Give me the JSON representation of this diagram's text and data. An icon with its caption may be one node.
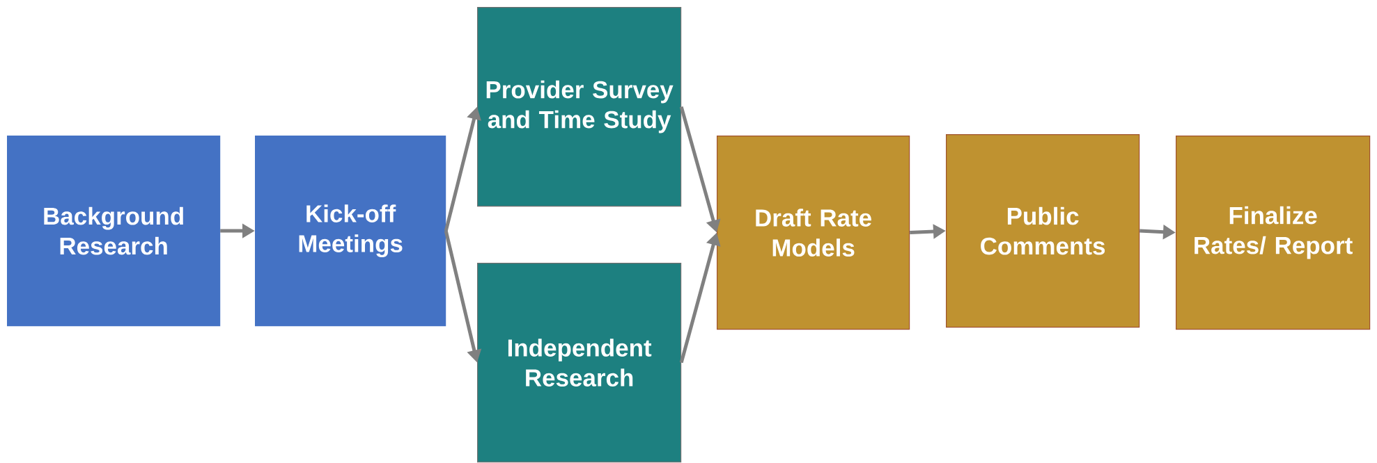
{
  "diagram": {
    "nodes": [
      {
        "text": [
          "Background Research"
        ]
      },
      {
        "text": [
          "Kick-off Meetings"
        ]
      },
      {
        "text": [
          "Provider Survey and Time Study"
        ]
      },
      {
        "text": [
          "Independent Research"
        ]
      },
      {
        "text": [
          "Draft Rate Models"
        ]
      },
      {
        "text": [
          "Public Comments"
        ]
      },
      {
        "text": [
          "Finalize Rates/ Report"
        ]
      }
    ],
    "edges": [
      {
        "from": 0,
        "to": 1,
        "arrow": "to"
      },
      {
        "from": 1,
        "to": 2,
        "arrow": "to"
      },
      {
        "from": 1,
        "to": 3,
        "arrow": "to"
      },
      {
        "from": 2,
        "to": 4,
        "arrow": "to"
      },
      {
        "from": 3,
        "to": 4,
        "arrow": "to"
      },
      {
        "from": 4,
        "to": 5,
        "arrow": "to"
      },
      {
        "from": 5,
        "to": 6,
        "arrow": "to"
      }
    ]
  }
}
